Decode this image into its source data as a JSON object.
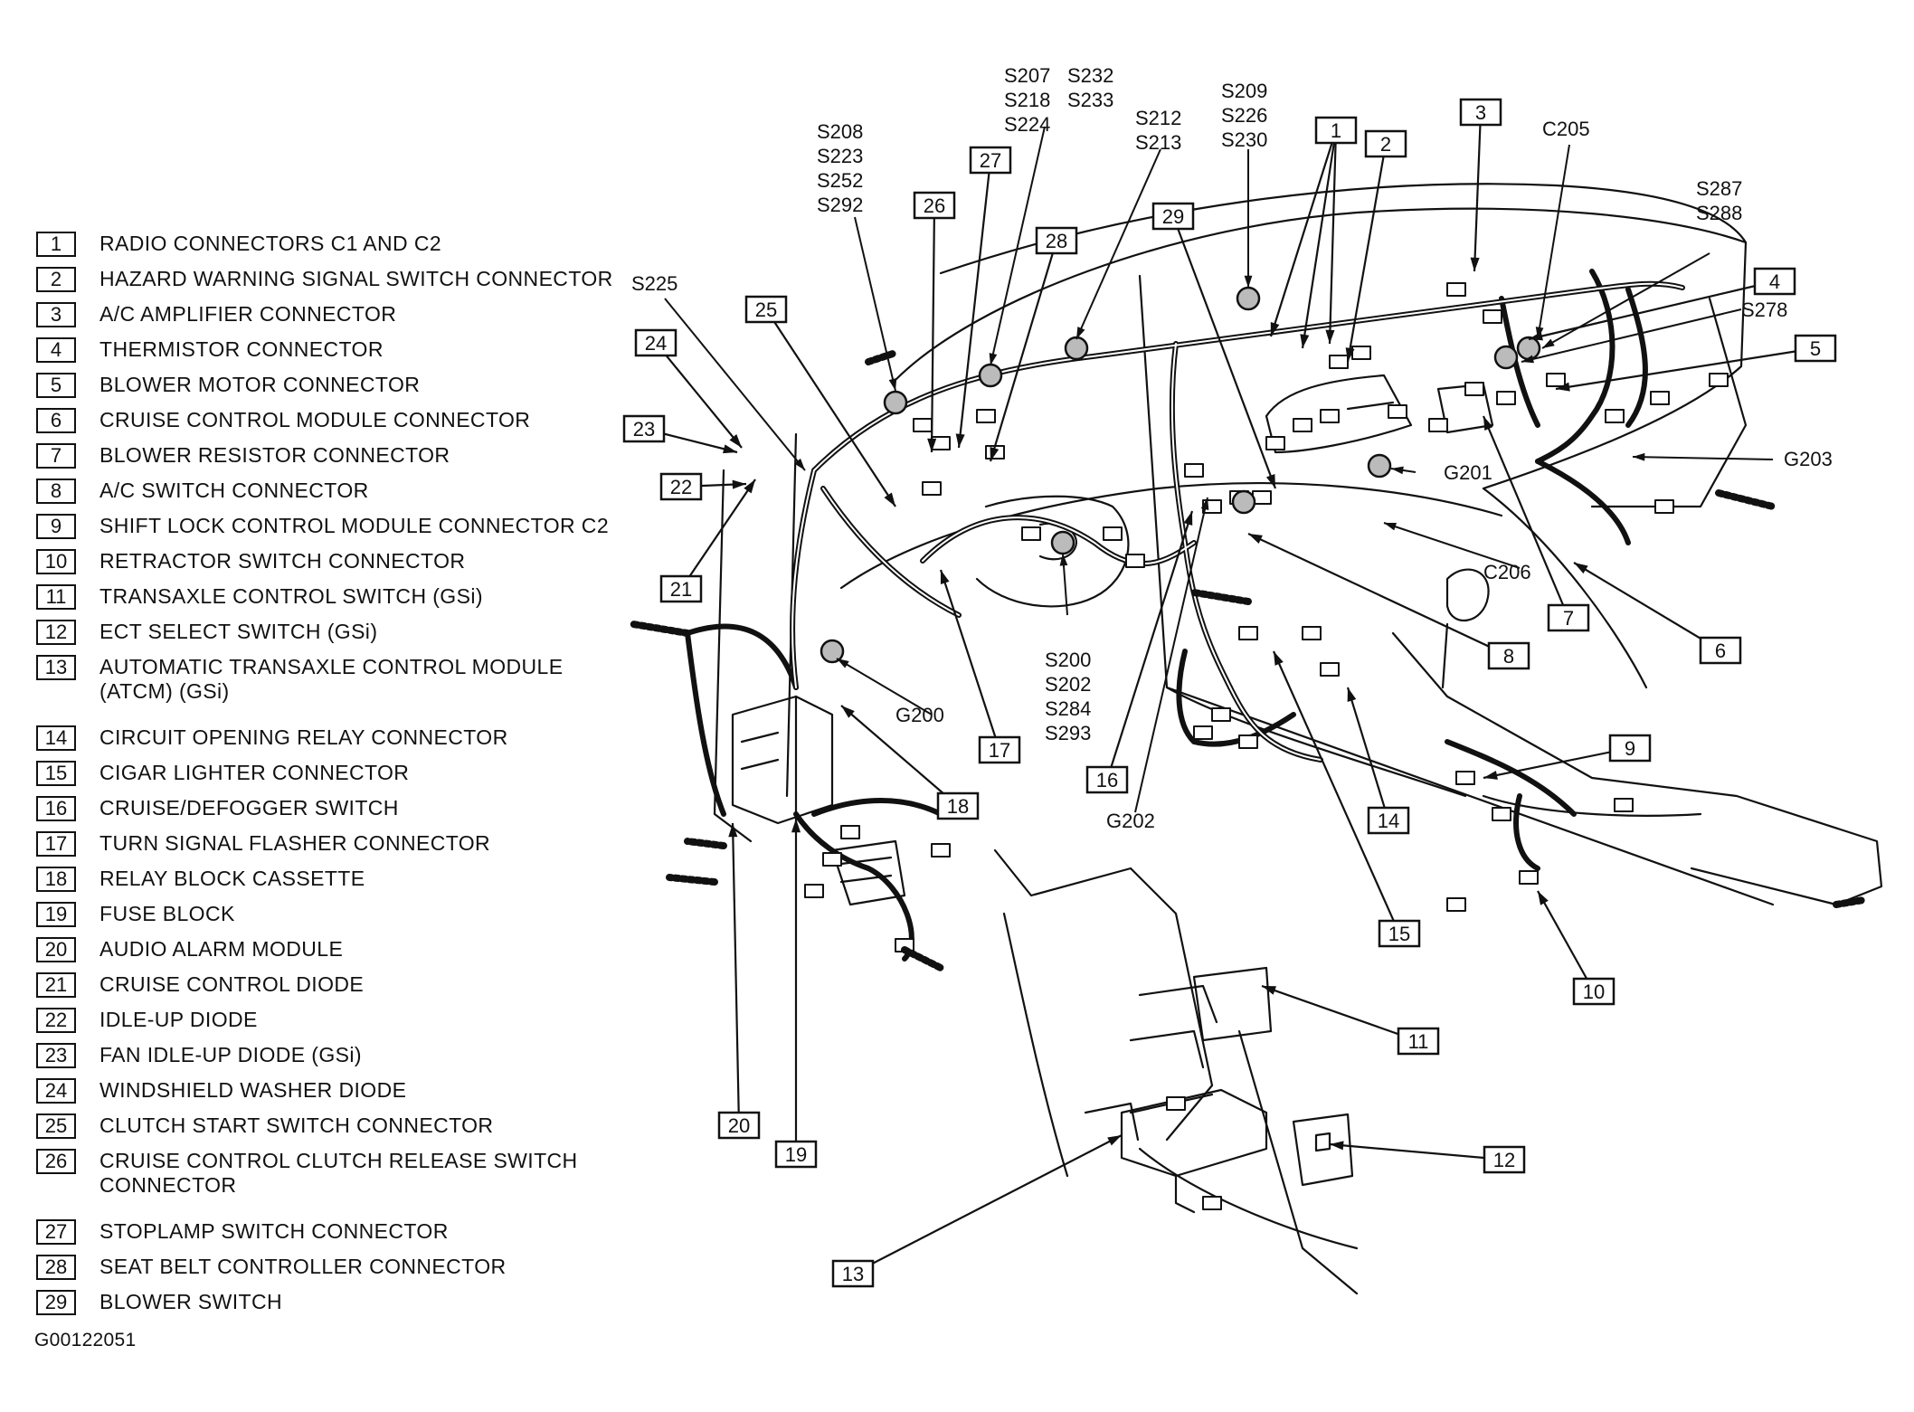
{
  "legend": [
    {
      "num": "1",
      "text": "RADIO CONNECTORS C1 AND C2"
    },
    {
      "num": "2",
      "text": "HAZARD WARNING SIGNAL SWITCH CONNECTOR"
    },
    {
      "num": "3",
      "text": "A/C AMPLIFIER CONNECTOR"
    },
    {
      "num": "4",
      "text": "THERMISTOR CONNECTOR"
    },
    {
      "num": "5",
      "text": "BLOWER MOTOR CONNECTOR"
    },
    {
      "num": "6",
      "text": "CRUISE CONTROL MODULE CONNECTOR"
    },
    {
      "num": "7",
      "text": "BLOWER RESISTOR CONNECTOR"
    },
    {
      "num": "8",
      "text": "A/C SWITCH CONNECTOR"
    },
    {
      "num": "9",
      "text": "SHIFT LOCK CONTROL MODULE CONNECTOR C2"
    },
    {
      "num": "10",
      "text": "RETRACTOR SWITCH CONNECTOR"
    },
    {
      "num": "11",
      "text": "TRANSAXLE CONTROL SWITCH (GSi)"
    },
    {
      "num": "12",
      "text": "ECT SELECT SWITCH (GSi)"
    },
    {
      "num": "13",
      "text": "AUTOMATIC TRANSAXLE CONTROL MODULE\n(ATCM) (GSi)"
    },
    {
      "num": "14",
      "text": "CIRCUIT OPENING RELAY CONNECTOR"
    },
    {
      "num": "15",
      "text": "CIGAR LIGHTER CONNECTOR"
    },
    {
      "num": "16",
      "text": "CRUISE/DEFOGGER SWITCH"
    },
    {
      "num": "17",
      "text": "TURN SIGNAL FLASHER CONNECTOR"
    },
    {
      "num": "18",
      "text": "RELAY BLOCK CASSETTE"
    },
    {
      "num": "19",
      "text": "FUSE BLOCK"
    },
    {
      "num": "20",
      "text": "AUDIO ALARM MODULE"
    },
    {
      "num": "21",
      "text": "CRUISE CONTROL DIODE"
    },
    {
      "num": "22",
      "text": "IDLE-UP DIODE"
    },
    {
      "num": "23",
      "text": "FAN IDLE-UP DIODE (GSi)"
    },
    {
      "num": "24",
      "text": "WINDSHIELD WASHER DIODE"
    },
    {
      "num": "25",
      "text": "CLUTCH START SWITCH CONNECTOR"
    },
    {
      "num": "26",
      "text": "CRUISE CONTROL CLUTCH RELEASE SWITCH\nCONNECTOR"
    },
    {
      "num": "27",
      "text": "STOPLAMP SWITCH CONNECTOR"
    },
    {
      "num": "28",
      "text": "SEAT BELT CONTROLLER CONNECTOR"
    },
    {
      "num": "29",
      "text": "BLOWER SWITCH"
    }
  ],
  "callouts": [
    "1",
    "2",
    "3",
    "4",
    "5",
    "6",
    "7",
    "8",
    "9",
    "10",
    "11",
    "12",
    "13",
    "14",
    "15",
    "16",
    "17",
    "18",
    "19",
    "20",
    "21",
    "22",
    "23",
    "24",
    "25",
    "26",
    "27",
    "28",
    "29"
  ],
  "splice_labels": {
    "s208": "S208\nS223\nS252\nS292",
    "s207": "S207\nS218\nS224",
    "s232": "S232\nS233",
    "s212": "S212\nS213",
    "s209": "S209\nS226\nS230",
    "s287": "S287\nS288",
    "s225": "S225",
    "s278": "S278",
    "s200": "S200\nS202\nS284\nS293"
  },
  "ground_labels": {
    "g200": "G200",
    "g201": "G201",
    "g202": "G202",
    "g203": "G203"
  },
  "connector_labels": {
    "c205": "C205",
    "c206": "C206"
  },
  "figure_id": "G00122051",
  "colors": {
    "ink": "#111111",
    "paper": "#ffffff"
  }
}
